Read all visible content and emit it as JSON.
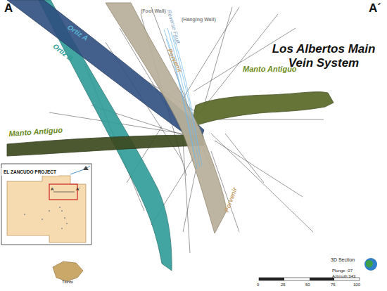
{
  "diagram": {
    "title": "Los Albertos Main Vein System",
    "nodes": [
      {
        "text": [
          "EL ZANCUDO PROJECT"
        ]
      }
    ],
    "labels": [
      "A",
      "A´",
      "Ortiz A",
      "Ortiz B",
      "(Foot Wall)",
      "Reverse Fault",
      "(Hanging Wall)",
      "Porvenir",
      "Manto Antiguo",
      "Manto Antiguo",
      "Porvenir",
      "A",
      "A´",
      "Titiribí",
      "0",
      "25",
      "50",
      "75",
      "100",
      "3D Section",
      "Plunge -07",
      "Azimuth 343"
    ]
  }
}
